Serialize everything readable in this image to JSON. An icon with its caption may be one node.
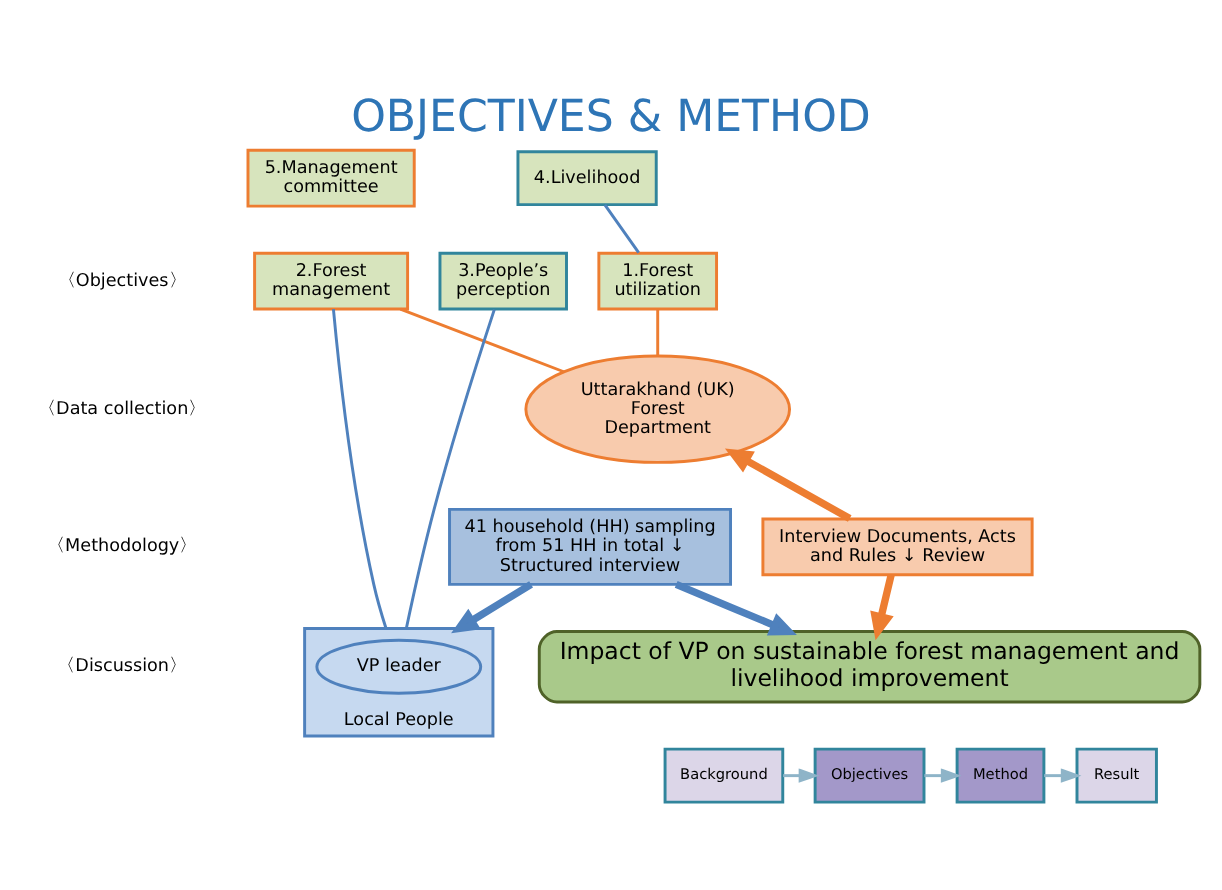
{
  "diagram": {
    "title": "OBJECTIVES & METHOD",
    "nodes": [
      {
        "text": [
          "5.Management committee"
        ]
      },
      {
        "text": [
          "4.Livelihood"
        ]
      },
      {
        "text": [
          "2.Forest management"
        ]
      },
      {
        "text": [
          "1.Forest utilization"
        ]
      },
      {
        "text": [
          "3.People’s perception"
        ]
      },
      {
        "text": [
          "Uttarakhand (UK) Forest Department"
        ]
      },
      {
        "text": [
          "Local People"
        ]
      },
      {
        "text": [
          "VP leader"
        ],
        "in": 6
      },
      {
        "text": [
          "Interview Documents, Acts and Rules ↓ Review"
        ]
      },
      {
        "text": [
          "41 household (HH) sampling from 51 HH in total ↓ Structured interview"
        ]
      },
      {
        "text": [
          "Impact of VP on sustainable forest management and livelihood improvement"
        ]
      },
      {
        "text": [
          "Background"
        ]
      },
      {
        "text": [
          "Objectives"
        ]
      },
      {
        "text": [
          "Method"
        ]
      },
      {
        "text": [
          "Result"
        ]
      }
    ],
    "edges": [
      {
        "from": 2,
        "to": 5,
        "arrow": "none",
        "color": "#ed7d31"
      },
      {
        "from": 3,
        "to": 5,
        "arrow": "none",
        "color": "#ed7d31"
      },
      {
        "from": 2,
        "to": 6,
        "arrow": "none",
        "color": "#4f81bd"
      },
      {
        "from": 4,
        "to": 6,
        "arrow": "none",
        "color": "#4f81bd"
      },
      {
        "from": 3,
        "to": 1,
        "arrow": "none",
        "color": "#4f81bd"
      },
      {
        "from": 8,
        "to": 5,
        "arrow": "to",
        "style": "thick",
        "color": "#ed7d31"
      },
      {
        "from": 8,
        "to": 10,
        "arrow": "to",
        "style": "thick",
        "color": "#ed7d31"
      },
      {
        "from": 9,
        "to": 6,
        "arrow": "to",
        "style": "thick",
        "color": "#4f81bd"
      },
      {
        "from": 9,
        "to": 10,
        "arrow": "to",
        "style": "thick",
        "color": "#4f81bd"
      },
      {
        "from": 11,
        "to": 12,
        "arrow": "to",
        "color": "#8eb4c8"
      },
      {
        "from": 12,
        "to": 13,
        "arrow": "to",
        "color": "#8eb4c8"
      },
      {
        "from": 13,
        "to": 14,
        "arrow": "to",
        "color": "#8eb4c8"
      }
    ],
    "labels": [
      "〈Objectives〉",
      "〈Data collection〉",
      "〈Methodology〉",
      "〈Discussion〉"
    ]
  }
}
